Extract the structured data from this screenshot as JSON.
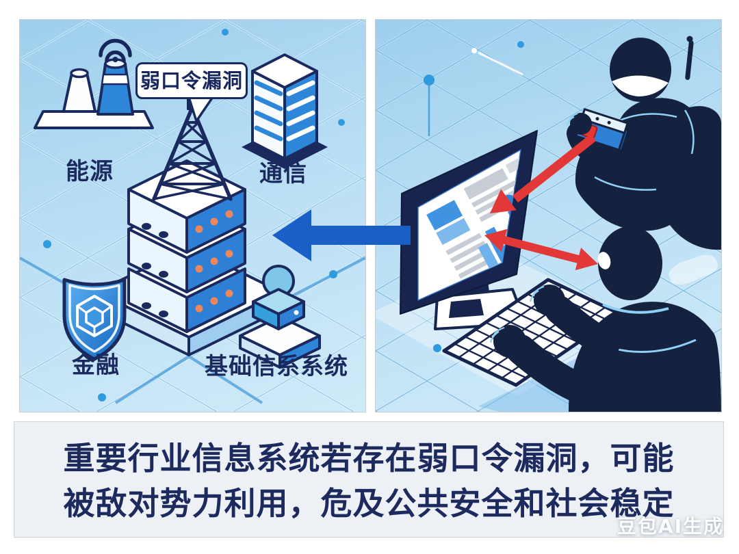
{
  "left_panel": {
    "speech_bubble": "弱口令漏洞",
    "labels": {
      "energy": "能源",
      "telecom": "通信",
      "finance": "金融",
      "infrastructure": "基础信系系统"
    },
    "icons": [
      {
        "name": "power-plant-icon",
        "label_key": "energy"
      },
      {
        "name": "office-building-icon",
        "label_key": "telecom"
      },
      {
        "name": "server-stack-icon"
      },
      {
        "name": "radio-tower-icon"
      },
      {
        "name": "shield-hexagon-icon",
        "label_key": "finance"
      },
      {
        "name": "pedestal-terminal-icon",
        "label_key": "infrastructure"
      }
    ]
  },
  "right_panel": {
    "icons": [
      {
        "name": "monitor-dashboard-icon"
      },
      {
        "name": "hacker-scanner-icon"
      },
      {
        "name": "hacker-keyboard-icon"
      },
      {
        "name": "keyboard-icon"
      }
    ],
    "arrows": [
      {
        "name": "red-attack-arrow"
      },
      {
        "name": "red-exchange-arrow"
      },
      {
        "name": "blue-propagation-arrow"
      }
    ]
  },
  "caption": {
    "line1": "重要行业信息系统若存在弱口令漏洞，可能",
    "line2": "被敌对势力利用，危及公共安全和社会稳定"
  },
  "watermark": "豆包AI生成",
  "colors": {
    "panel_blue": "#a9d6f1",
    "accent_blue": "#2e86d8",
    "navy_outline": "#1b2a5e",
    "silhouette_navy": "#14223f",
    "orange_led": "#f0875a",
    "attack_red": "#e23837",
    "propagation_blue": "#1a5fc6",
    "banner_bg": "#edf1f5",
    "caption_text": "#1d2a5e"
  }
}
